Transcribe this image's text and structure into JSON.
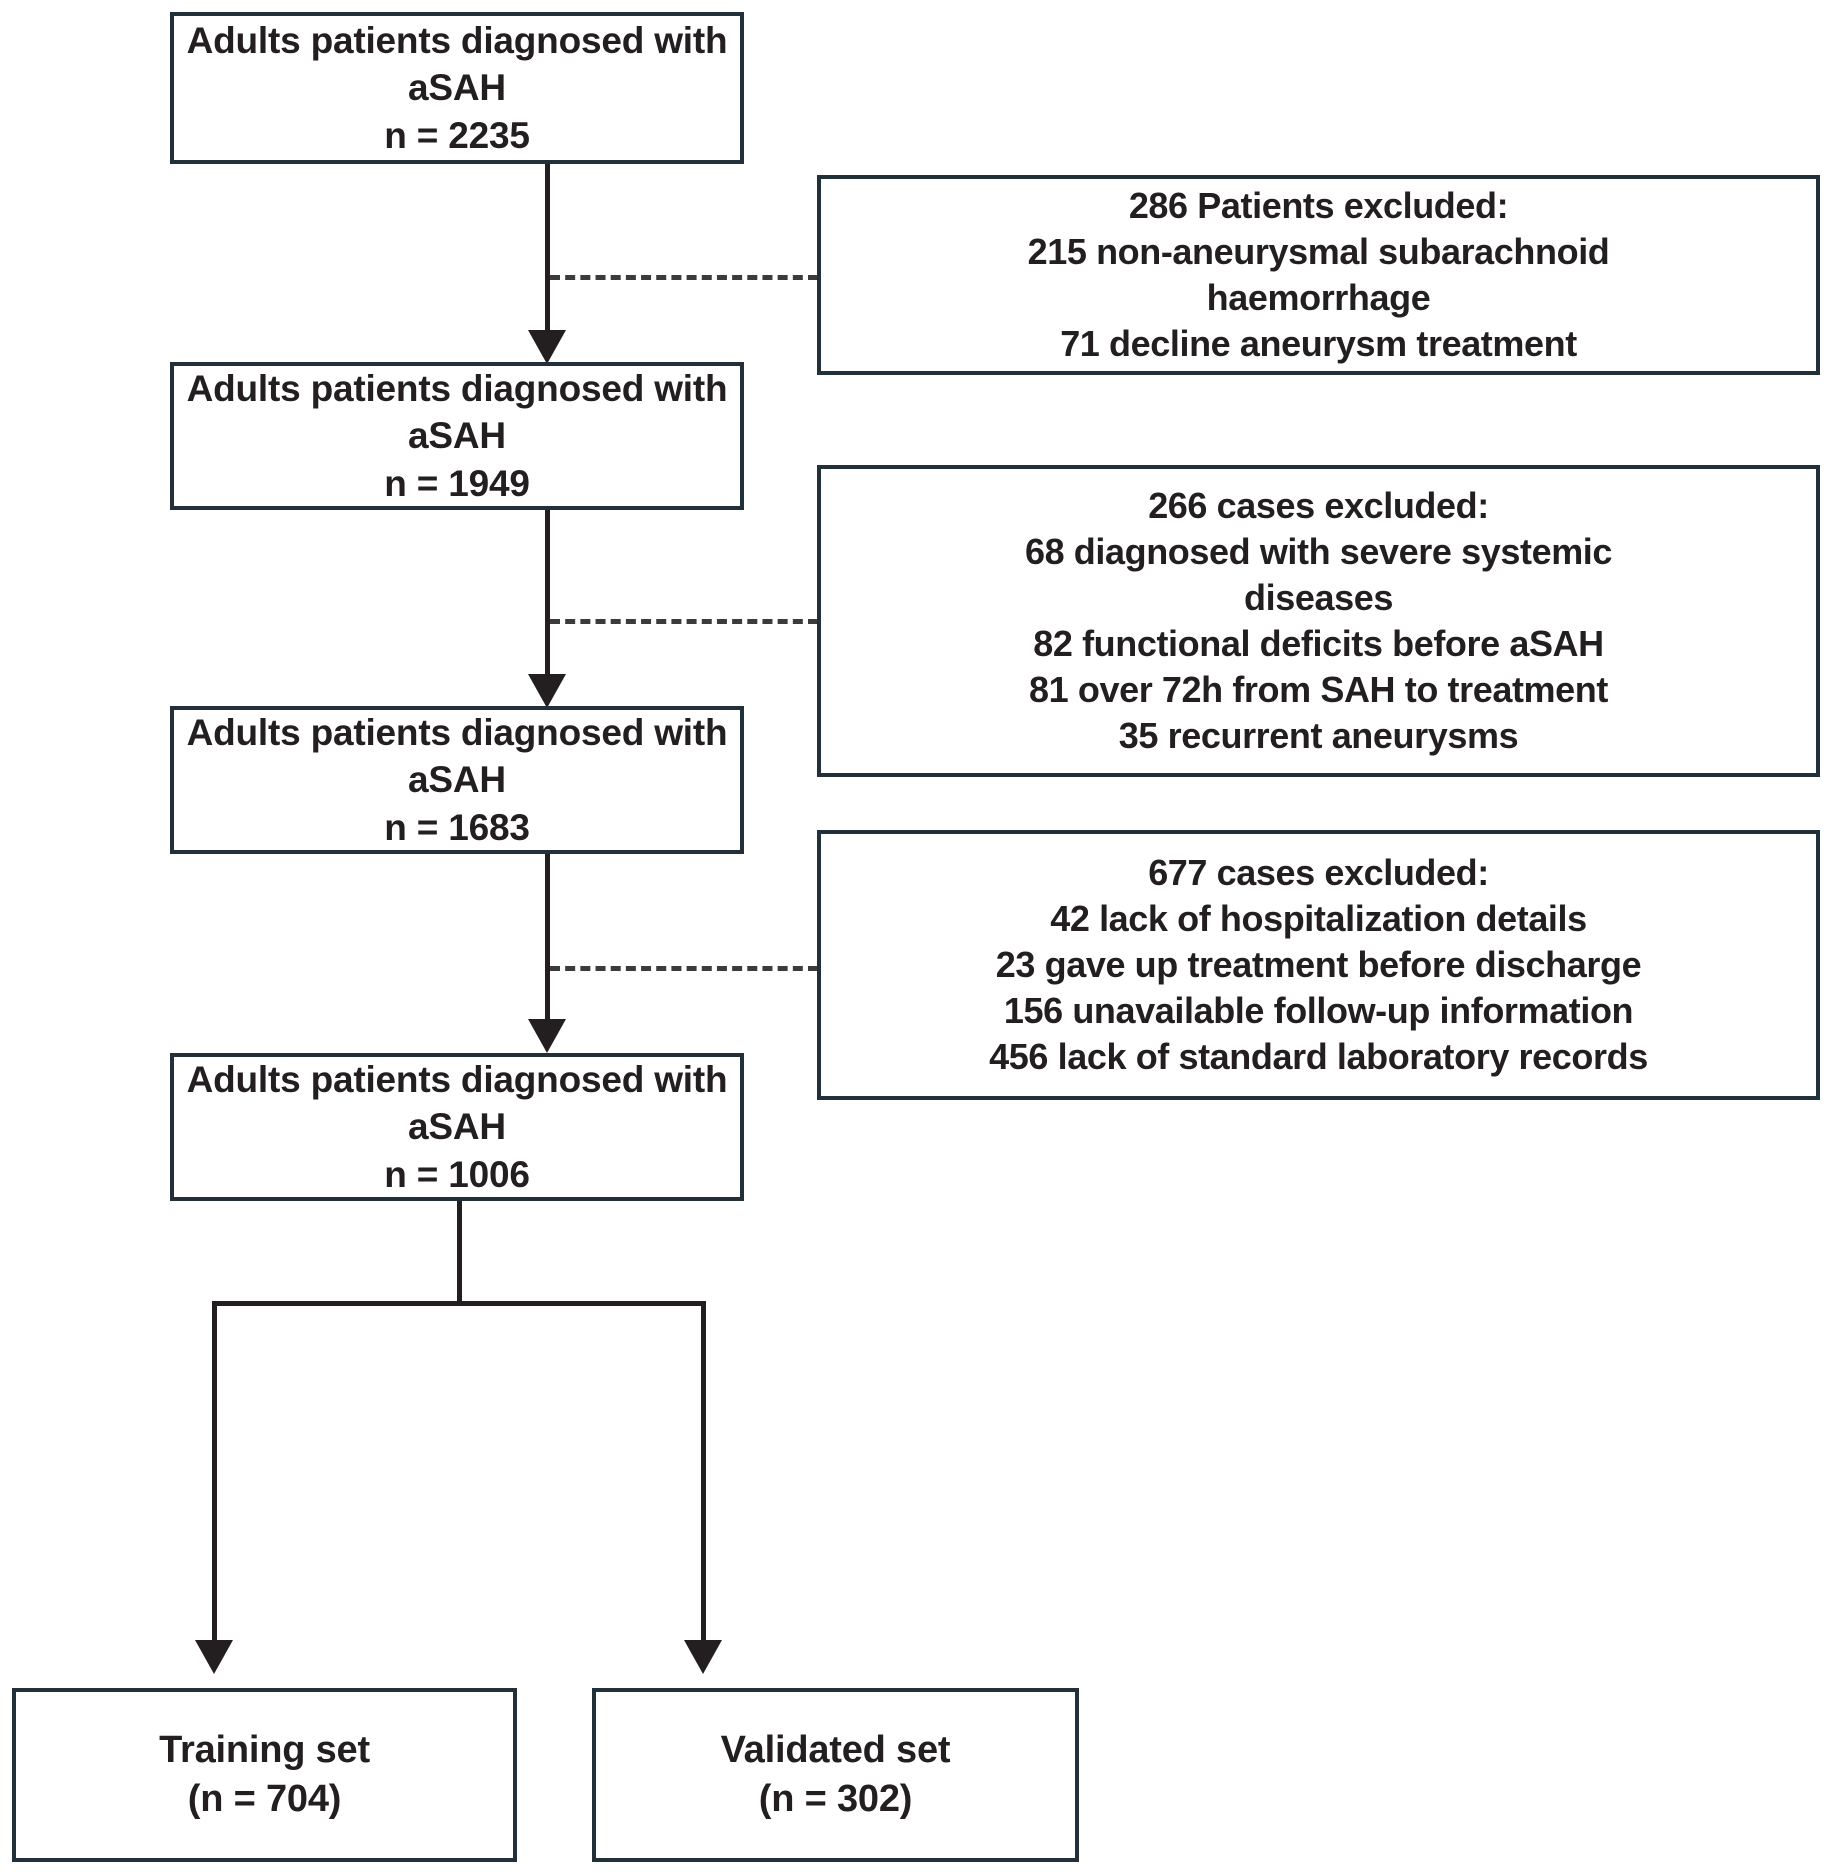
{
  "diagram": {
    "type": "flowchart",
    "title": "aSAH patient selection flow diagram",
    "colors": {
      "box_border": "#22303a",
      "connector": "#231f20",
      "dashed_connector": "#3b3b3b",
      "background": "#ffffff",
      "text": "#231f20"
    },
    "nodes": {
      "cohort_1": {
        "line1": "Adults patients diagnosed with",
        "line2": "aSAH",
        "line3": "n = 2235"
      },
      "cohort_2": {
        "line1": "Adults patients diagnosed with",
        "line2": "aSAH",
        "line3": "n = 1949"
      },
      "cohort_3": {
        "line1": "Adults patients diagnosed with",
        "line2": "aSAH",
        "line3": "n = 1683"
      },
      "cohort_4": {
        "line1": "Adults patients diagnosed with",
        "line2": "aSAH",
        "line3": "n = 1006"
      },
      "exclusion_1": {
        "header": "286 Patients excluded:",
        "line1": "215 non-aneurysmal subarachnoid",
        "line2": "haemorrhage",
        "line3": "71 decline aneurysm treatment"
      },
      "exclusion_2": {
        "header": "266 cases excluded:",
        "line1": "68 diagnosed with severe systemic",
        "line2": "diseases",
        "line3": "82 functional deficits before aSAH",
        "line4": "81 over 72h from SAH to treatment",
        "line5": "35 recurrent aneurysms"
      },
      "exclusion_3": {
        "header": "677 cases excluded:",
        "line1": "42 lack of hospitalization details",
        "line2": "23 gave up treatment before discharge",
        "line3": "156 unavailable follow-up information",
        "line4": "456 lack of standard laboratory records"
      },
      "training_set": {
        "line1": "Training set",
        "line2": "(n = 704)"
      },
      "validated_set": {
        "line1": "Validated set",
        "line2": "(n = 302)"
      }
    }
  }
}
